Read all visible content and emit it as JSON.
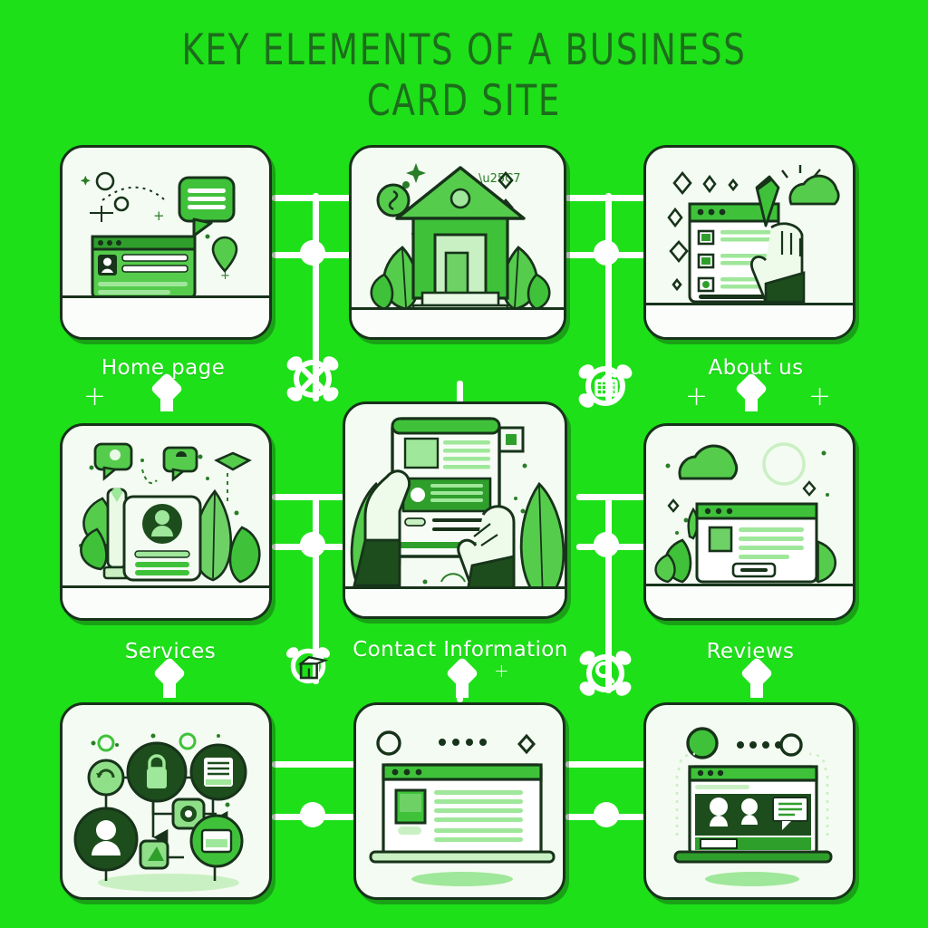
{
  "page": {
    "title": "KEY ELEMENTS OF A BUSINESS\nCARD SITE",
    "background_color": "#1ee019",
    "card_background": "#f4fbf2",
    "ink_color": "#17331a",
    "accent_green": "#3fc23a",
    "dark_green": "#1d6d1c",
    "label_color": "#ffffff",
    "title_color": "#1d6d1c"
  },
  "labels": [
    {
      "id": "home-page",
      "text": "Home page"
    },
    {
      "id": "about-us",
      "text": "About us"
    },
    {
      "id": "services",
      "text": "Services"
    },
    {
      "id": "contact-information",
      "text": "Contact Information"
    },
    {
      "id": "reviews",
      "text": "Reviews"
    }
  ],
  "cards": [
    {
      "id": "card-home-page",
      "row": 1,
      "col": 1,
      "illustration": "browser-window-with-avatar-and-speech-bubble"
    },
    {
      "id": "card-house",
      "row": 1,
      "col": 2,
      "illustration": "green-house-with-leaves"
    },
    {
      "id": "card-about-us",
      "row": 1,
      "col": 3,
      "illustration": "checklist-window-with-hand-and-pencil"
    },
    {
      "id": "card-services",
      "row": 2,
      "col": 1,
      "illustration": "profile-card-with-plants-and-bubbles"
    },
    {
      "id": "card-contact-information",
      "row": 2,
      "col": 2,
      "illustration": "hands-holding-tablet-with-content"
    },
    {
      "id": "card-reviews",
      "row": 2,
      "col": 3,
      "illustration": "browser-window-with-image-text-and-button"
    },
    {
      "id": "card-node-diagram",
      "row": 3,
      "col": 1,
      "illustration": "connected-icon-nodes-diagram"
    },
    {
      "id": "card-laptop-article",
      "row": 3,
      "col": 2,
      "illustration": "laptop-with-article-layout"
    },
    {
      "id": "card-laptop-people",
      "row": 3,
      "col": 3,
      "illustration": "laptop-with-people-and-chat-bubble"
    }
  ],
  "badges": [
    {
      "id": "badge-cross-circle",
      "icon": "x-circle-icon",
      "glyph": "✕"
    },
    {
      "id": "badge-basket-circle",
      "icon": "basket-icon",
      "glyph": "▦"
    },
    {
      "id": "badge-box-circle",
      "icon": "box-icon",
      "glyph": "❐"
    },
    {
      "id": "badge-search-circle",
      "icon": "search-icon",
      "glyph": "⚲"
    }
  ],
  "decorations": {
    "plus_glyph": "+",
    "sparkle_glyph": "✦",
    "diamond_glyph": "◇"
  }
}
